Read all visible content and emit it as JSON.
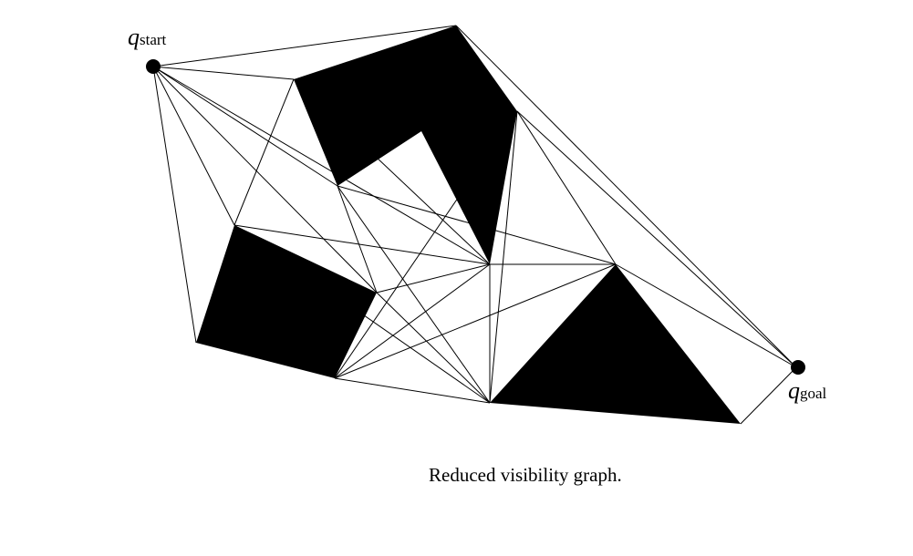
{
  "start": {
    "symbol": "q",
    "subscript": "start"
  },
  "goal": {
    "symbol": "q",
    "subscript": "goal"
  },
  "caption": "Reduced visibility graph."
}
